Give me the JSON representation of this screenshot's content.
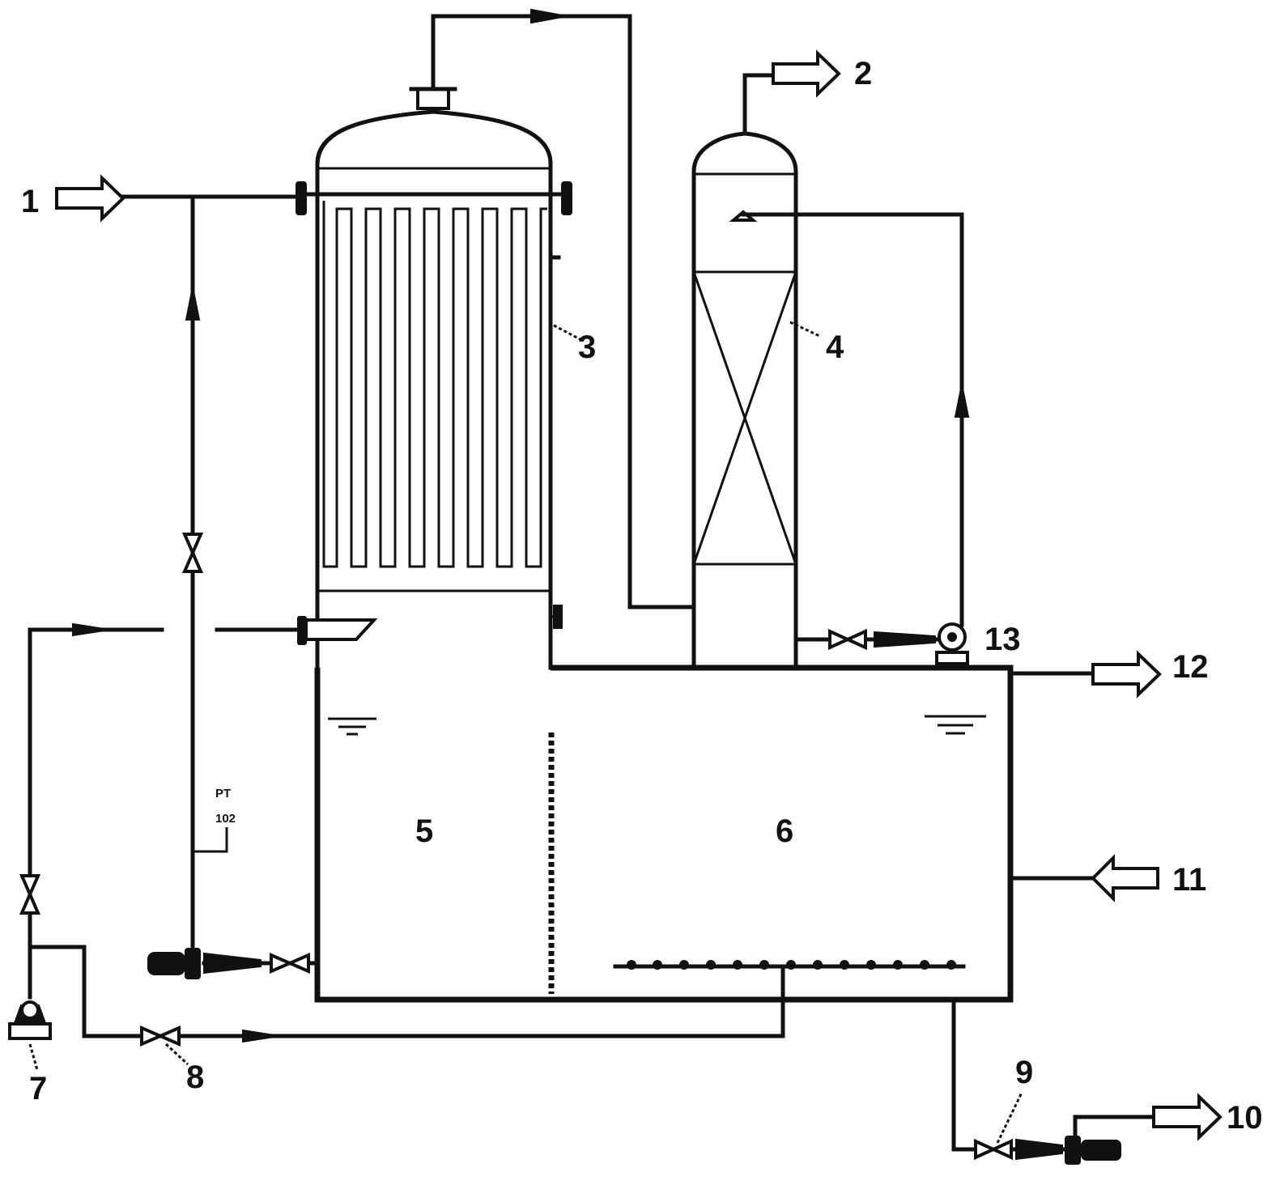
{
  "labels": {
    "l1": "1",
    "l2": "2",
    "l3": "3",
    "l4": "4",
    "l5": "5",
    "l6": "6",
    "l7": "7",
    "l8": "8",
    "l9": "9",
    "l10": "10",
    "l11": "11",
    "l12": "12",
    "l13": "13"
  },
  "instrument": {
    "line1": "PT",
    "line2": "102"
  }
}
